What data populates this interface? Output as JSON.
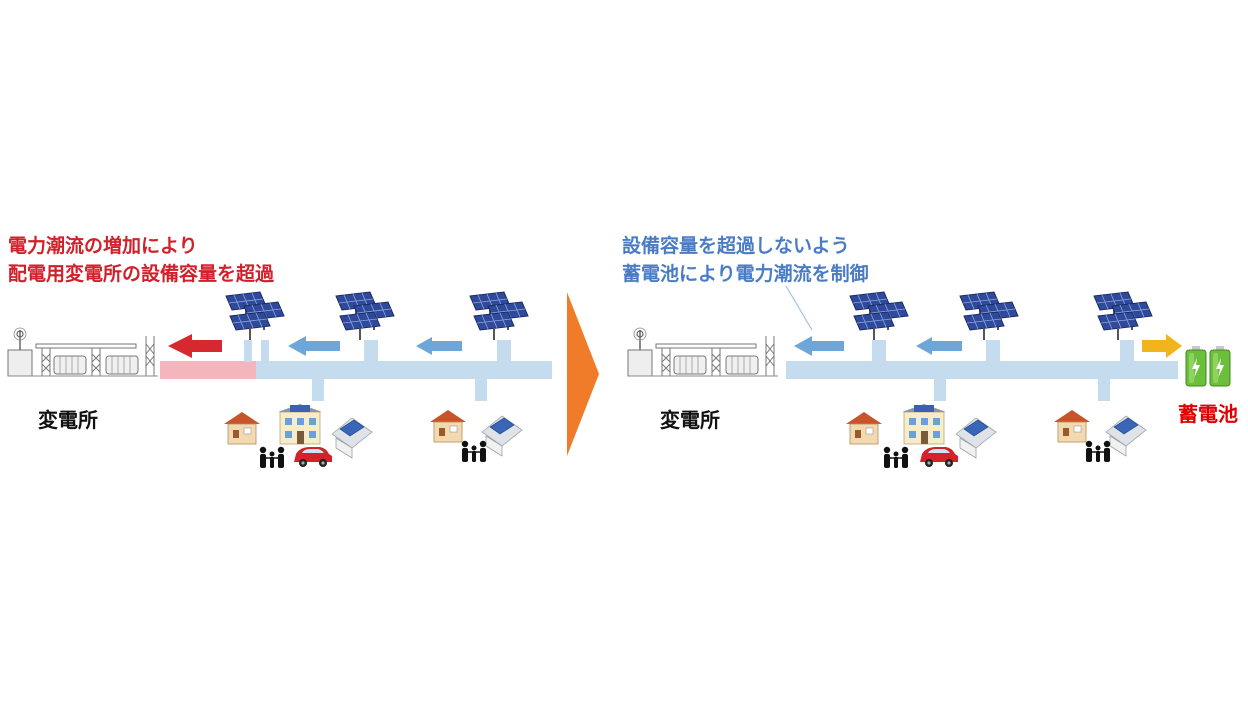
{
  "left": {
    "caption_line1": "電力潮流の増加により",
    "caption_line2": "配電用変電所の設備容量を超過",
    "substation_label": "変電所"
  },
  "right": {
    "caption_line1": "設備容量を超過しないよう",
    "caption_line2": "蓄電池により電力潮流を制御",
    "substation_label": "変電所",
    "battery_label": "蓄電池"
  },
  "colors": {
    "caption_red": "#d1202a",
    "caption_blue": "#4a7cc6",
    "feeder": "#c4dcee",
    "feeder_over": "#f4b6bc",
    "flow_arrow": "#6fa6d8",
    "over_arrow": "#d6282f",
    "charge_arrow": "#f2b41c",
    "divider": "#f07c2a",
    "battery_label": "#e00000"
  }
}
